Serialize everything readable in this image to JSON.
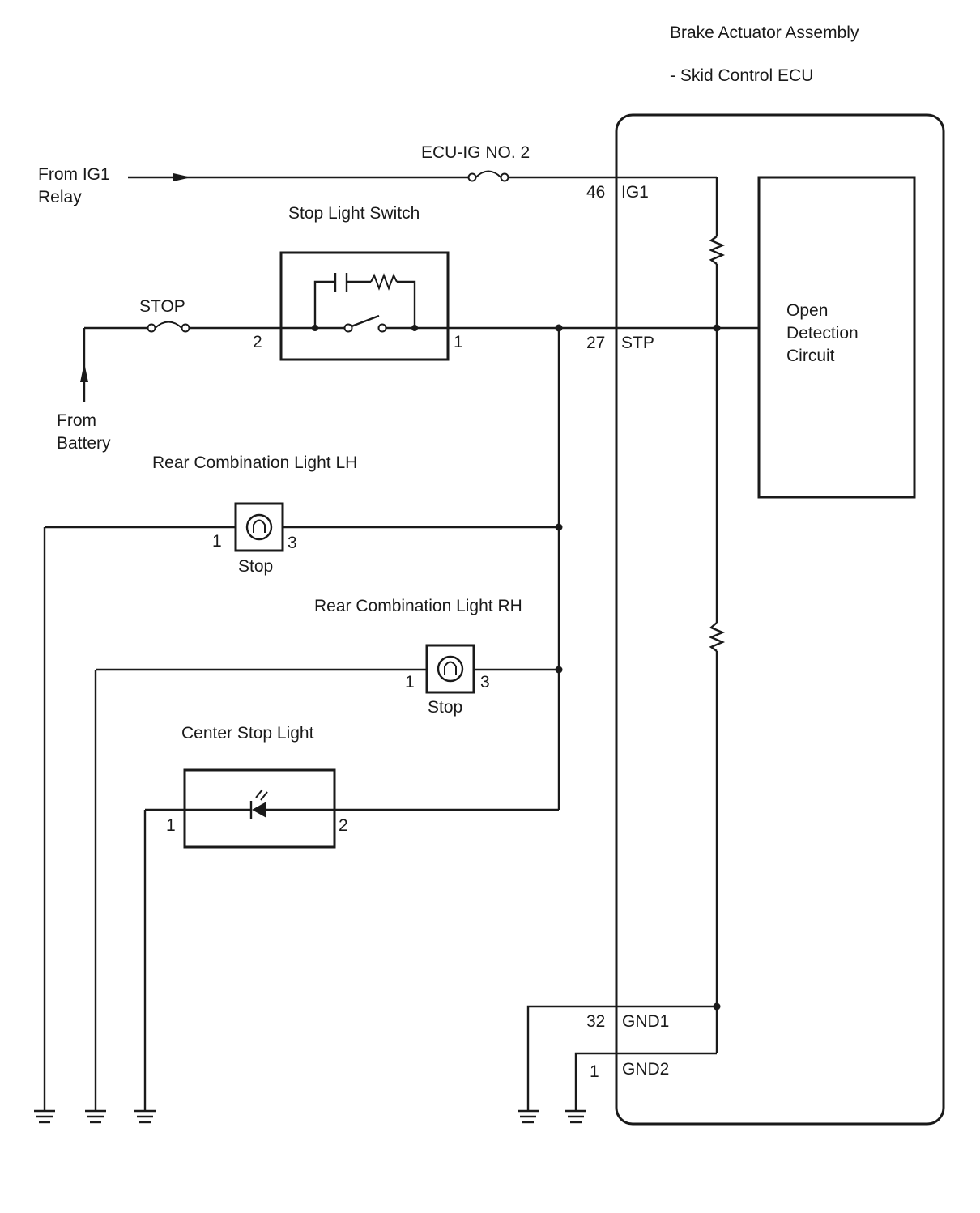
{
  "ecu": {
    "title_line1": "Brake Actuator Assembly",
    "title_line2": "- Skid Control ECU",
    "open_detection": [
      "Open",
      "Detection",
      "Circuit"
    ]
  },
  "sources": {
    "ig1_relay": [
      "From IG1",
      "Relay"
    ],
    "battery": [
      "From",
      "Battery"
    ]
  },
  "fuses": {
    "ecu_ig": "ECU-IG NO. 2",
    "stop": "STOP"
  },
  "stop_light_switch": {
    "label": "Stop Light Switch",
    "pin_in": "2",
    "pin_out": "1"
  },
  "terminals": [
    {
      "pin": "46",
      "name": "IG1"
    },
    {
      "pin": "27",
      "name": "STP"
    },
    {
      "pin": "32",
      "name": "GND1"
    },
    {
      "pin": "1",
      "name": "GND2"
    }
  ],
  "lamps": {
    "lh": {
      "label": "Rear Combination Light LH",
      "sub": "Stop",
      "pin_left": "1",
      "pin_right": "3"
    },
    "rh": {
      "label": "Rear Combination Light RH",
      "sub": "Stop",
      "pin_left": "1",
      "pin_right": "3"
    },
    "center": {
      "label": "Center Stop Light",
      "pin_left": "1",
      "pin_right": "2"
    }
  },
  "colors": {
    "ink": "#1a1a1a",
    "background": "#ffffff"
  }
}
